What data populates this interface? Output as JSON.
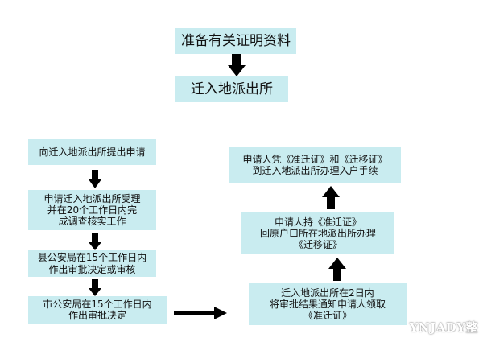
{
  "top": {
    "step1": "准备有关证明资料",
    "step2": "迁入地派出所"
  },
  "left": [
    [
      "向迁入地派出所提出申请"
    ],
    [
      "申请迁入地派出所受理",
      "并在20个工作日内完",
      "成调查核实工作"
    ],
    [
      "县公安局在15个工作日内",
      "作出审批决定或审核"
    ],
    [
      "市公安局在15个工作日内",
      "作出审批决定"
    ]
  ],
  "right": [
    [
      "迁入地派出所在2日内",
      "将审批结果通知申请人领取",
      "《准迁证》"
    ],
    [
      "申请人持《准迁证》",
      "回原户口所在地派出所办理",
      "《迁移证》"
    ],
    [
      "申请人凭《准迁证》和《迁移证》",
      "到迁入地派出所办理入户手续"
    ]
  ],
  "watermark": "YNJADY整",
  "colors": {
    "box_fill": "#c9ecf0",
    "arrow": "#000000",
    "text": "#111111"
  }
}
